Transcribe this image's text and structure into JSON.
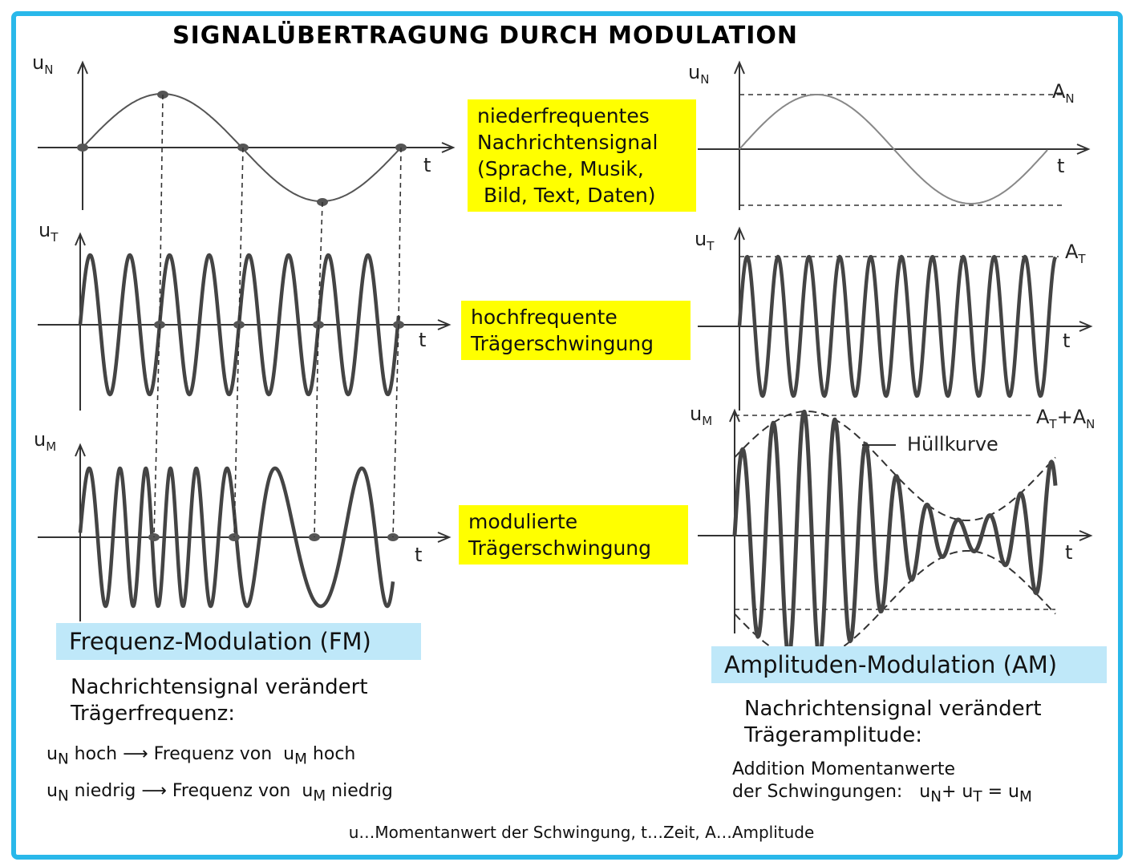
{
  "title": "SIGNALÜBERTRAGUNG DURCH MODULATION",
  "axes": {
    "u": "u",
    "sub_n": "N",
    "sub_t": "T",
    "sub_m": "M",
    "t": "t"
  },
  "labels": {
    "a_n": "A",
    "a_t": "A",
    "a_t_plus": "+A",
    "envelope": "Hüllkurve"
  },
  "boxes": {
    "message": [
      "niederfrequentes",
      "Nachrichtensignal",
      "(Sprache, Musik,",
      " Bild, Text, Daten)"
    ],
    "carrier": [
      "hochfrequente",
      "Trägerschwingung"
    ],
    "modulated": [
      "modulierte",
      "Trägerschwingung"
    ]
  },
  "fm": {
    "title": "Frequenz-Modulation (FM)",
    "desc": [
      "Nachrichtensignal verändert",
      "Trägerfrequenz:"
    ],
    "rule_high": {
      "u": "u",
      "sub": "N",
      "mid": "hoch ⟶ Frequenz von",
      "u2": "u",
      "sub2": "M",
      "end": "hoch"
    },
    "rule_low": {
      "u": "u",
      "sub": "N",
      "mid": "niedrig ⟶ Frequenz von",
      "u2": "u",
      "sub2": "M",
      "end": "niedrig"
    }
  },
  "am": {
    "title": "Amplituden-Modulation (AM)",
    "desc": [
      "Nachrichtensignal verändert",
      "Trägeramplitude:"
    ],
    "addition": [
      "Addition Momentanwerte",
      "der Schwingungen:"
    ],
    "formula": {
      "u1": "u",
      "s1": "N",
      "plus": "+",
      "u2": "u",
      "s2": "T",
      "eq": "=",
      "u3": "u",
      "s3": "M"
    }
  },
  "footer": "u…Momentanwert der Schwingung,  t…Zeit,  A…Amplitude"
}
